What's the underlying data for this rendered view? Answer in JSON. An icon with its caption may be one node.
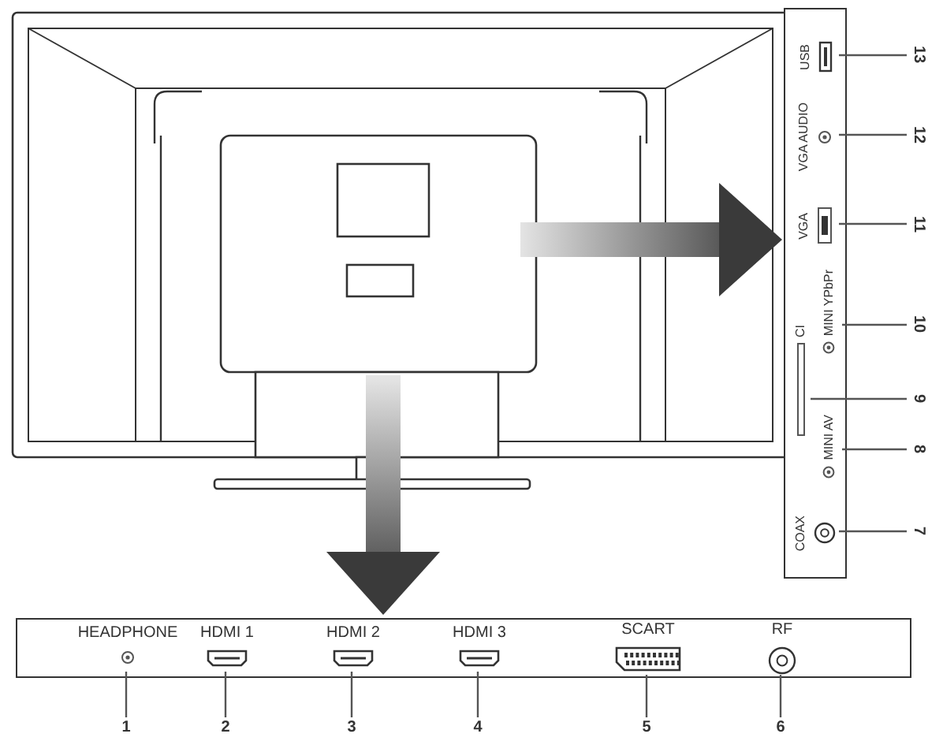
{
  "diagram": {
    "nodes": [
      {
        "text": [],
        "shape": "picture"
      },
      {
        "text": [],
        "shape": "box"
      },
      {
        "text": [],
        "shape": "box"
      },
      {
        "text": [
          "HEADPHONE"
        ],
        "in": 1
      },
      {
        "text": [
          "HDMI 1"
        ],
        "in": 1
      },
      {
        "text": [
          "HDMI 2"
        ],
        "in": 1
      },
      {
        "text": [
          "HDMI 3"
        ],
        "in": 1
      },
      {
        "text": [
          "SCART"
        ],
        "in": 1
      },
      {
        "text": [
          "RF"
        ],
        "in": 1
      },
      {
        "text": [
          "COAX"
        ],
        "in": 2
      },
      {
        "text": [
          "MINI AV"
        ],
        "in": 2
      },
      {
        "text": [
          "CI"
        ],
        "in": 2
      },
      {
        "text": [
          "MINI YPbPr"
        ],
        "in": 2
      },
      {
        "text": [
          "VGA"
        ],
        "in": 2
      },
      {
        "text": [
          "VGA AUDIO"
        ],
        "in": 2
      },
      {
        "text": [
          "USB"
        ],
        "in": 2
      },
      {
        "text": [
          "1"
        ]
      },
      {
        "text": [
          "2"
        ]
      },
      {
        "text": [
          "3"
        ]
      },
      {
        "text": [
          "4"
        ]
      },
      {
        "text": [
          "5"
        ]
      },
      {
        "text": [
          "6"
        ]
      },
      {
        "text": [
          "7"
        ]
      },
      {
        "text": [
          "8"
        ]
      },
      {
        "text": [
          "9"
        ]
      },
      {
        "text": [
          "10"
        ]
      },
      {
        "text": [
          "11"
        ]
      },
      {
        "text": [
          "12"
        ]
      },
      {
        "text": [
          "13"
        ]
      }
    ],
    "edges": [
      {
        "from": 0,
        "to": 1,
        "arrow": "to",
        "style": "thick"
      },
      {
        "from": 0,
        "to": 2,
        "arrow": "to",
        "style": "thick"
      },
      {
        "from": 16,
        "to": 3,
        "arrow": "none"
      },
      {
        "from": 17,
        "to": 4,
        "arrow": "none"
      },
      {
        "from": 18,
        "to": 5,
        "arrow": "none"
      },
      {
        "from": 19,
        "to": 6,
        "arrow": "none"
      },
      {
        "from": 20,
        "to": 7,
        "arrow": "none"
      },
      {
        "from": 21,
        "to": 8,
        "arrow": "none"
      },
      {
        "from": 22,
        "to": 9,
        "arrow": "none"
      },
      {
        "from": 23,
        "to": 10,
        "arrow": "none"
      },
      {
        "from": 24,
        "to": 11,
        "arrow": "none"
      },
      {
        "from": 25,
        "to": 12,
        "arrow": "none"
      },
      {
        "from": 26,
        "to": 13,
        "arrow": "none"
      },
      {
        "from": 27,
        "to": 14,
        "arrow": "none"
      },
      {
        "from": 28,
        "to": 15,
        "arrow": "none"
      }
    ]
  }
}
